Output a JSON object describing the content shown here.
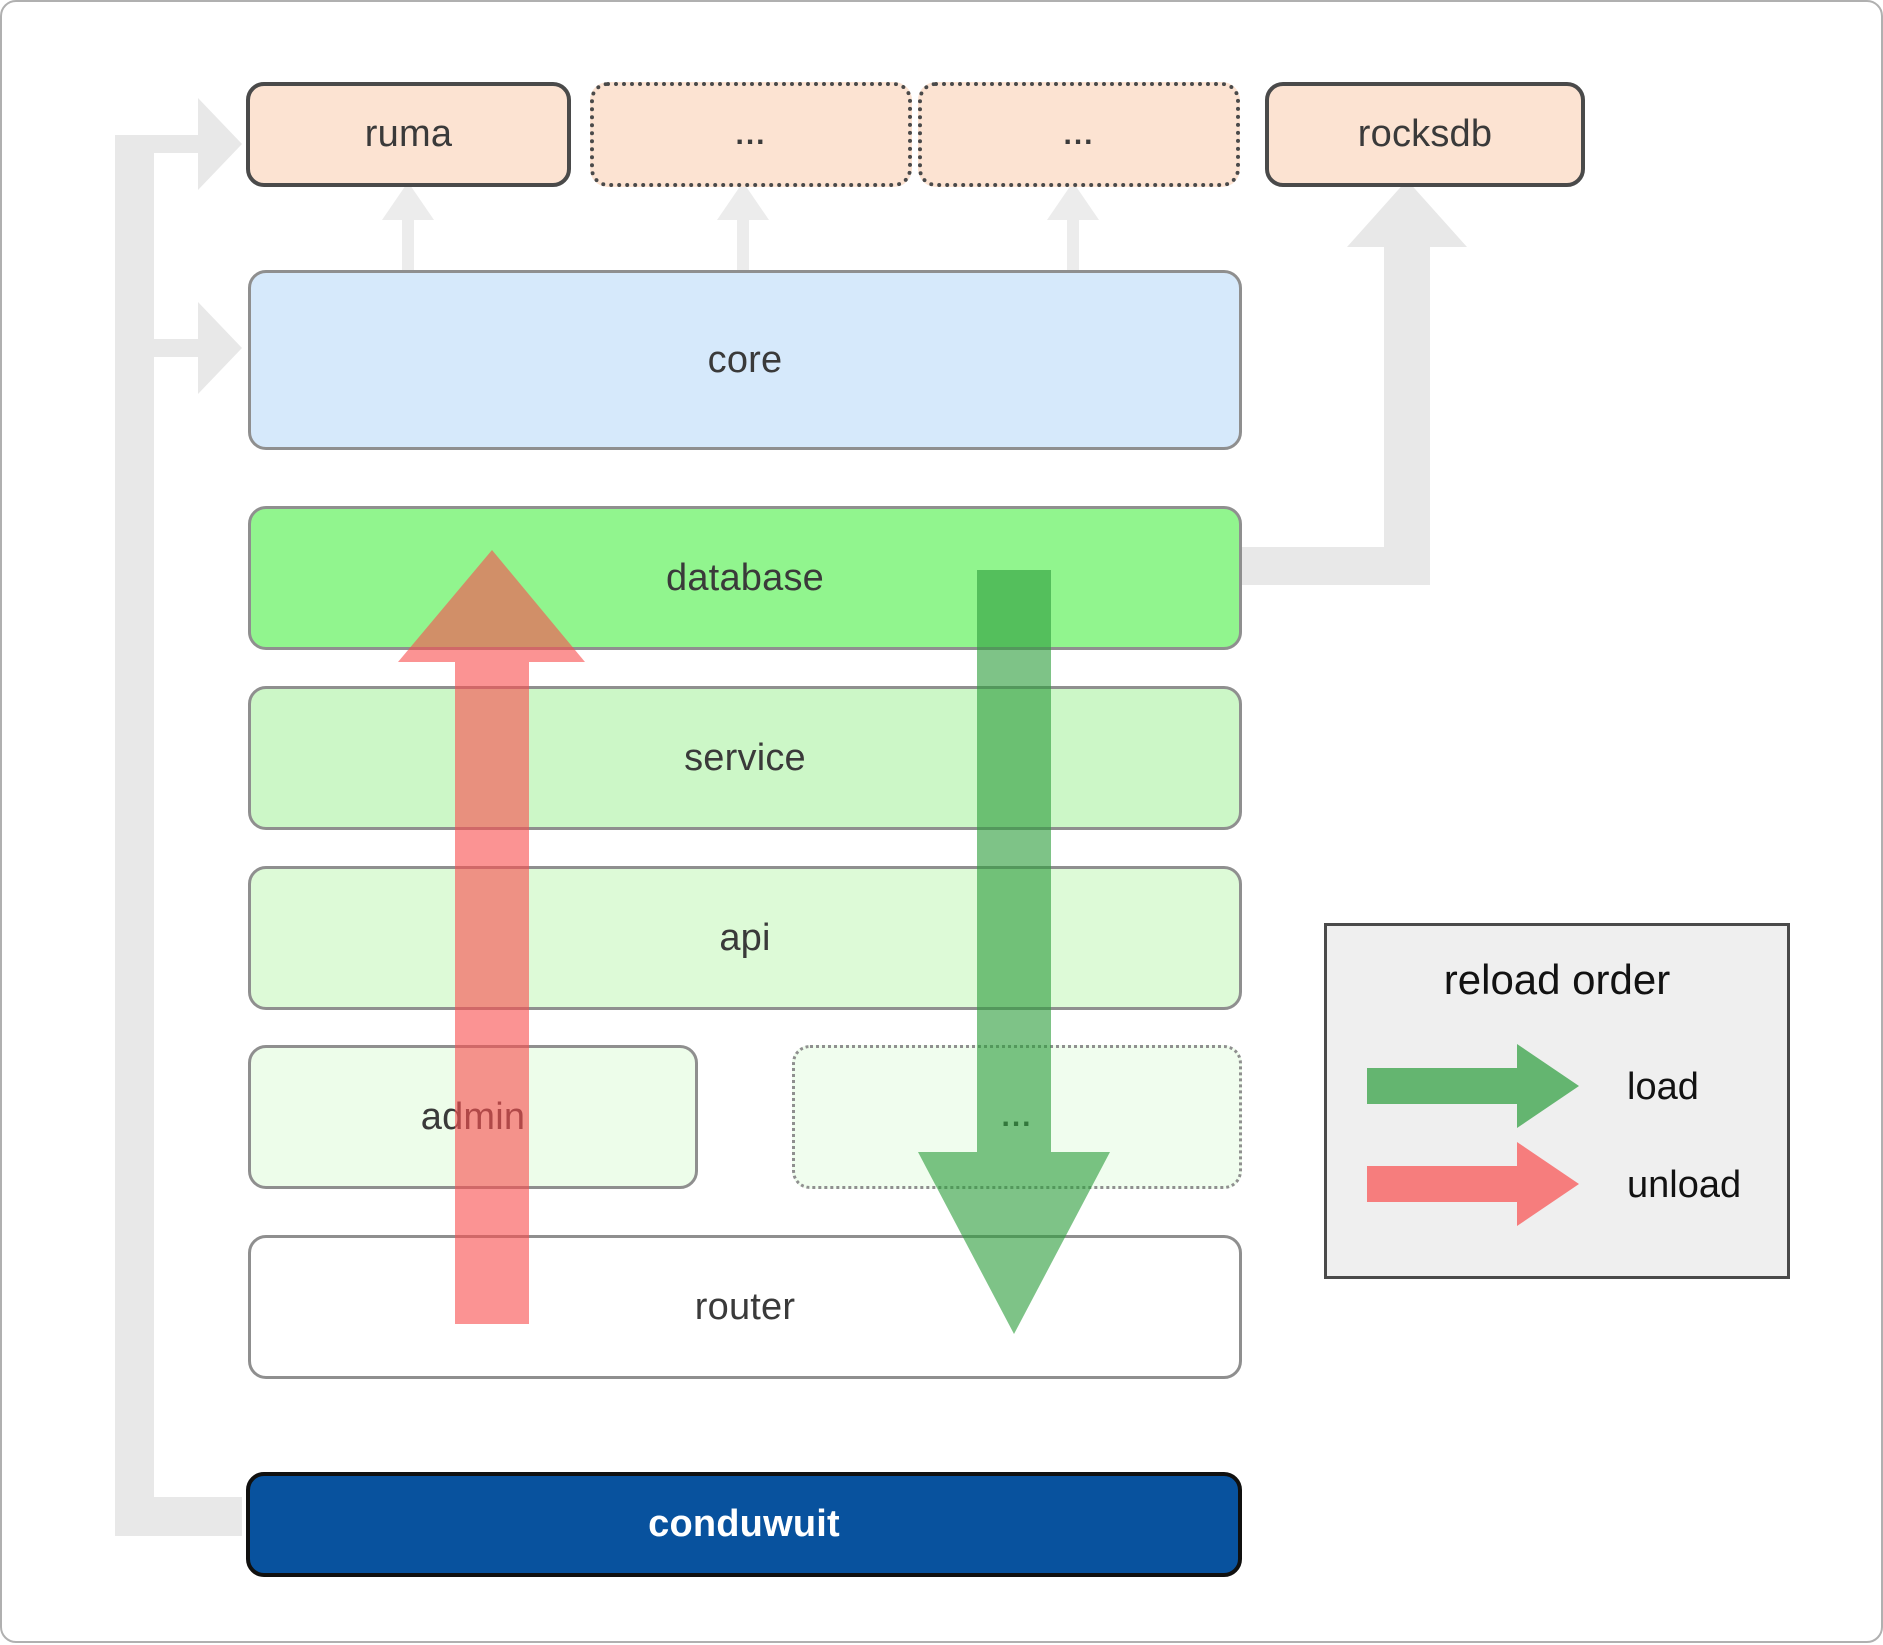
{
  "diagram": {
    "title": "conduwuit crate dependency / reload order",
    "colors": {
      "dependency_fill": "#fce3d2",
      "core_fill": "#d6e9fb",
      "database_fill": "#91f58e",
      "service_fill": "#ccf7c7",
      "api_fill": "#ddfad7",
      "admin_fill": "#edfdea",
      "router_fill": "#ffffff",
      "root_fill": "#08529e",
      "load_arrow": "#4caf50",
      "unload_arrow": "#f98080",
      "connector": "#e8e8e8",
      "legend_bg": "#efefef"
    }
  },
  "dependencies": [
    {
      "label": "ruma",
      "style": "solid"
    },
    {
      "label": "...",
      "style": "dotted"
    },
    {
      "label": "...",
      "style": "dotted"
    },
    {
      "label": "rocksdb",
      "style": "solid"
    }
  ],
  "crates": [
    {
      "label": "core",
      "style": "solid"
    },
    {
      "label": "database",
      "style": "solid"
    },
    {
      "label": "service",
      "style": "solid"
    },
    {
      "label": "api",
      "style": "solid"
    },
    {
      "label": "admin",
      "style": "solid"
    },
    {
      "label": "...",
      "style": "dotted"
    },
    {
      "label": "router",
      "style": "solid"
    }
  ],
  "root": {
    "label": "conduwuit"
  },
  "legend": {
    "title": "reload order",
    "items": [
      {
        "label": "load",
        "color": "#4caf50",
        "direction": "down"
      },
      {
        "label": "unload",
        "color": "#f98080",
        "direction": "up"
      }
    ]
  }
}
